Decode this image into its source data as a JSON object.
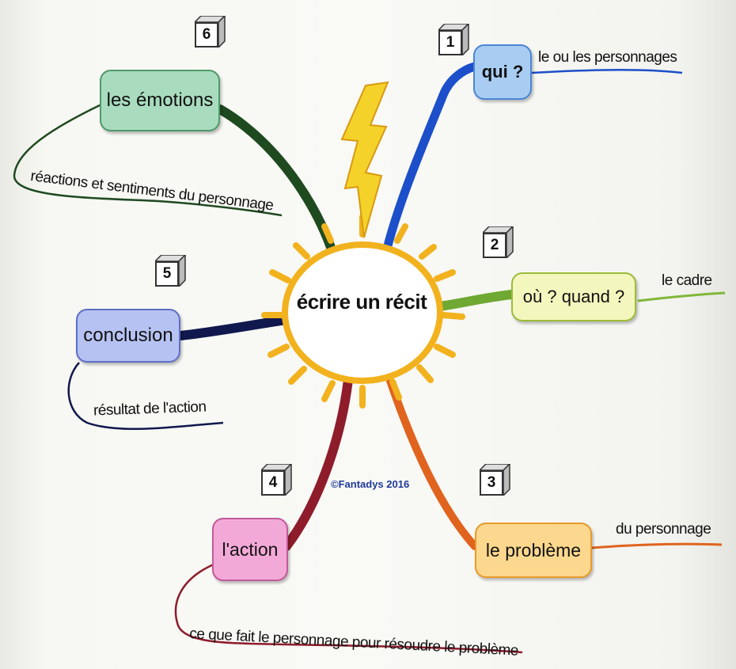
{
  "center": {
    "label": "écrire un récit"
  },
  "branches": [
    {
      "number": "1",
      "node": "qui ?",
      "detail": "le ou les personnages",
      "color": "#1c4fc9",
      "fill": "#a9cdf2"
    },
    {
      "number": "2",
      "node": "où ? quand ?",
      "detail": "le cadre",
      "color": "#6fa832",
      "fill": "#f3f7bd"
    },
    {
      "number": "3",
      "node": "le problème",
      "detail": "du personnage",
      "color": "#e0641e",
      "fill": "#fcd88e"
    },
    {
      "number": "4",
      "node": "l'action",
      "detail": "ce que fait le personnage pour résoudre le problème",
      "color": "#8e1c2b",
      "fill": "#f3a9d7"
    },
    {
      "number": "5",
      "node": "conclusion",
      "detail": "résultat de l'action",
      "color": "#10184d",
      "fill": "#b6c2f2"
    },
    {
      "number": "6",
      "node": "les émotions",
      "detail": "réactions et sentiments du personnage",
      "color": "#1f4a20",
      "fill": "#a9dcbf"
    }
  ],
  "copyright": "©Fantadys 2016",
  "icons": {
    "lightning": "lightning-icon",
    "sun": "sun-icon",
    "cube": "number-cube-icon"
  }
}
